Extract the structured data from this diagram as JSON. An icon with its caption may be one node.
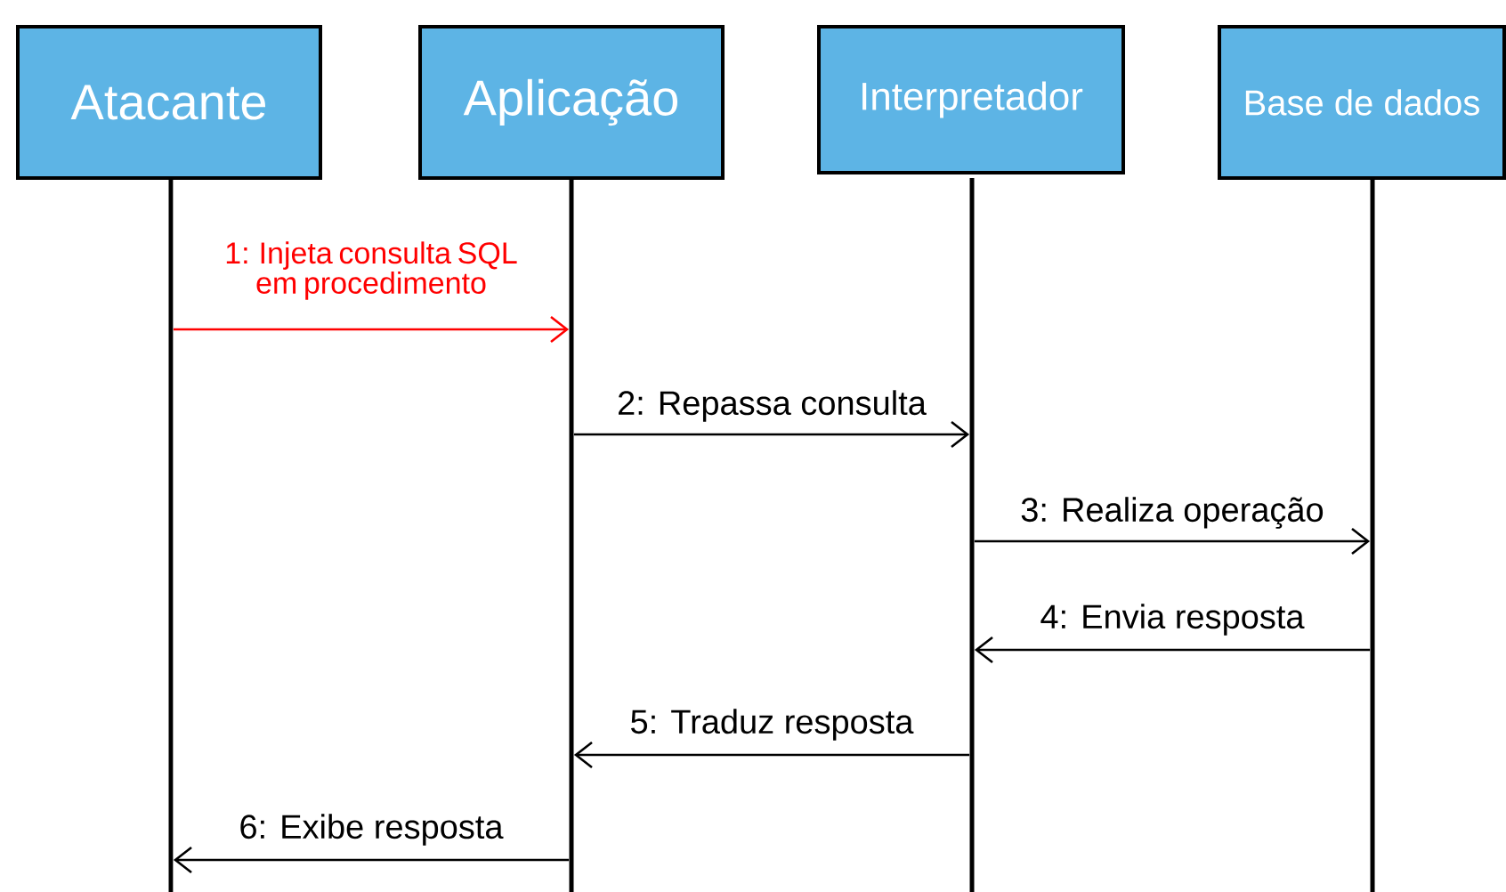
{
  "diagram": {
    "nodes": [
      {
        "text": [
          "Atacante"
        ]
      },
      {
        "text": [
          "Aplicação"
        ]
      },
      {
        "text": [
          "Interpretador"
        ]
      },
      {
        "text": [
          "Base de dados"
        ]
      },
      {
        "text": [],
        "shape": "bar"
      },
      {
        "text": [],
        "shape": "bar"
      },
      {
        "text": [],
        "shape": "bar"
      },
      {
        "text": [],
        "shape": "bar"
      }
    ],
    "edges": [
      {
        "from": 4,
        "to": 5,
        "arrow": "to",
        "label": "1: Injeta consulta SQL em procedimento",
        "color": "#ff0000"
      },
      {
        "from": 5,
        "to": 6,
        "arrow": "to",
        "label": "2: Repassa consulta"
      },
      {
        "from": 6,
        "to": 7,
        "arrow": "to",
        "label": "3: Realiza operação"
      },
      {
        "from": 7,
        "to": 6,
        "arrow": "to",
        "label": "4: Envia resposta"
      },
      {
        "from": 6,
        "to": 5,
        "arrow": "to",
        "label": "5: Traduz resposta"
      },
      {
        "from": 5,
        "to": 4,
        "arrow": "to",
        "label": "6: Exibe resposta"
      }
    ]
  }
}
